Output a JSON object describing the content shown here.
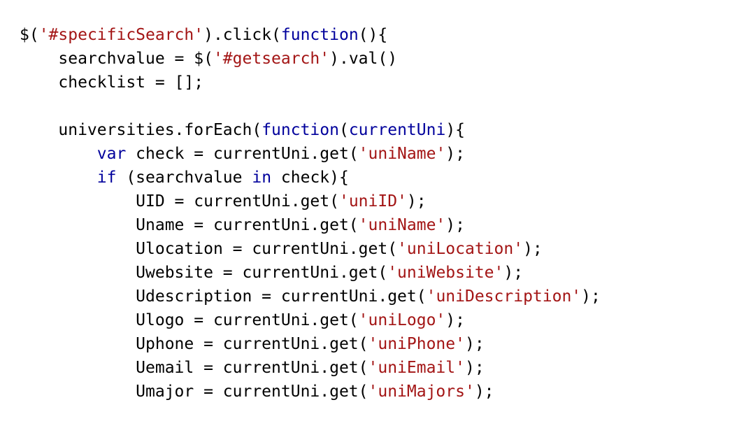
{
  "editor": {
    "colors": {
      "plain": "#000000",
      "keyword": "#00009c",
      "string": "#a31515",
      "background": "#ffffff"
    },
    "lines": [
      [
        {
          "t": "$(",
          "k": "plain"
        },
        {
          "t": "'#specificSearch'",
          "k": "str"
        },
        {
          "t": ").click(",
          "k": "plain"
        },
        {
          "t": "function",
          "k": "kw"
        },
        {
          "t": "(){",
          "k": "plain"
        }
      ],
      [
        {
          "t": "    searchvalue = $(",
          "k": "plain"
        },
        {
          "t": "'#getsearch'",
          "k": "str"
        },
        {
          "t": ").val()",
          "k": "plain"
        }
      ],
      [
        {
          "t": "    checklist = [];",
          "k": "plain"
        }
      ],
      [],
      [
        {
          "t": "    universities.forEach(",
          "k": "plain"
        },
        {
          "t": "function",
          "k": "kw"
        },
        {
          "t": "(",
          "k": "plain"
        },
        {
          "t": "currentUni",
          "k": "kw"
        },
        {
          "t": "){",
          "k": "plain"
        }
      ],
      [
        {
          "t": "        ",
          "k": "plain"
        },
        {
          "t": "var",
          "k": "kw"
        },
        {
          "t": " check = currentUni.get(",
          "k": "plain"
        },
        {
          "t": "'uniName'",
          "k": "str"
        },
        {
          "t": ");",
          "k": "plain"
        }
      ],
      [
        {
          "t": "        ",
          "k": "plain"
        },
        {
          "t": "if",
          "k": "kw"
        },
        {
          "t": " (searchvalue ",
          "k": "plain"
        },
        {
          "t": "in",
          "k": "kw"
        },
        {
          "t": " check){",
          "k": "plain"
        }
      ],
      [
        {
          "t": "            UID = currentUni.get(",
          "k": "plain"
        },
        {
          "t": "'uniID'",
          "k": "str"
        },
        {
          "t": ");",
          "k": "plain"
        }
      ],
      [
        {
          "t": "            Uname = currentUni.get(",
          "k": "plain"
        },
        {
          "t": "'uniName'",
          "k": "str"
        },
        {
          "t": ");",
          "k": "plain"
        }
      ],
      [
        {
          "t": "            Ulocation = currentUni.get(",
          "k": "plain"
        },
        {
          "t": "'uniLocation'",
          "k": "str"
        },
        {
          "t": ");",
          "k": "plain"
        }
      ],
      [
        {
          "t": "            Uwebsite = currentUni.get(",
          "k": "plain"
        },
        {
          "t": "'uniWebsite'",
          "k": "str"
        },
        {
          "t": ");",
          "k": "plain"
        }
      ],
      [
        {
          "t": "            Udescription = currentUni.get(",
          "k": "plain"
        },
        {
          "t": "'uniDescription'",
          "k": "str"
        },
        {
          "t": ");",
          "k": "plain"
        }
      ],
      [
        {
          "t": "            Ulogo = currentUni.get(",
          "k": "plain"
        },
        {
          "t": "'uniLogo'",
          "k": "str"
        },
        {
          "t": ");",
          "k": "plain"
        }
      ],
      [
        {
          "t": "            Uphone = currentUni.get(",
          "k": "plain"
        },
        {
          "t": "'uniPhone'",
          "k": "str"
        },
        {
          "t": ");",
          "k": "plain"
        }
      ],
      [
        {
          "t": "            Uemail = currentUni.get(",
          "k": "plain"
        },
        {
          "t": "'uniEmail'",
          "k": "str"
        },
        {
          "t": ");",
          "k": "plain"
        }
      ],
      [
        {
          "t": "            Umajor = currentUni.get(",
          "k": "plain"
        },
        {
          "t": "'uniMajors'",
          "k": "str"
        },
        {
          "t": ");",
          "k": "plain"
        }
      ]
    ]
  }
}
